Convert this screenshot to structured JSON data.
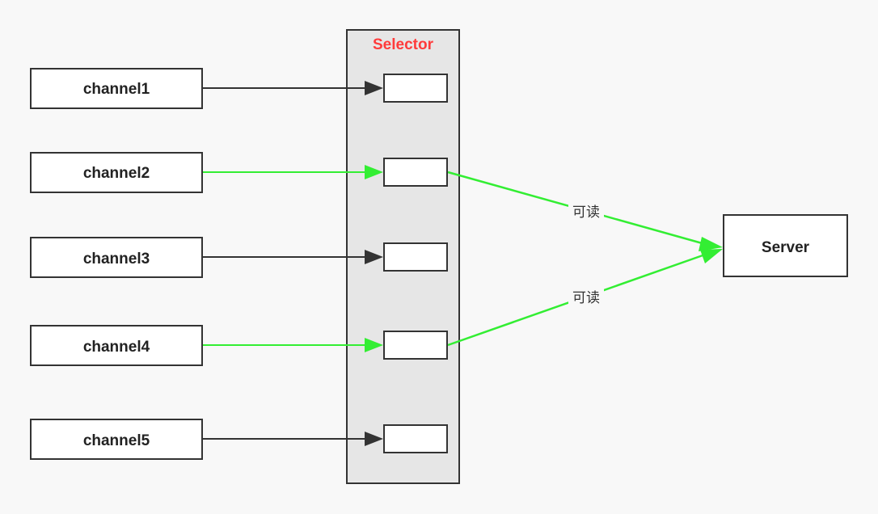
{
  "selector": {
    "title": "Selector"
  },
  "channels": [
    {
      "label": "channel1",
      "state": "idle"
    },
    {
      "label": "channel2",
      "state": "ready"
    },
    {
      "label": "channel3",
      "state": "idle"
    },
    {
      "label": "channel4",
      "state": "ready"
    },
    {
      "label": "channel5",
      "state": "idle"
    }
  ],
  "server": {
    "label": "Server"
  },
  "edges": {
    "channel2_to_server": "可读",
    "channel4_to_server": "可读"
  },
  "colors": {
    "background": "#f8f8f8",
    "selector_fill": "#e6e6e6",
    "selector_title": "#ff3b3b",
    "stroke": "#333333",
    "idle_line": "#333333",
    "ready_line": "#33ee33"
  }
}
